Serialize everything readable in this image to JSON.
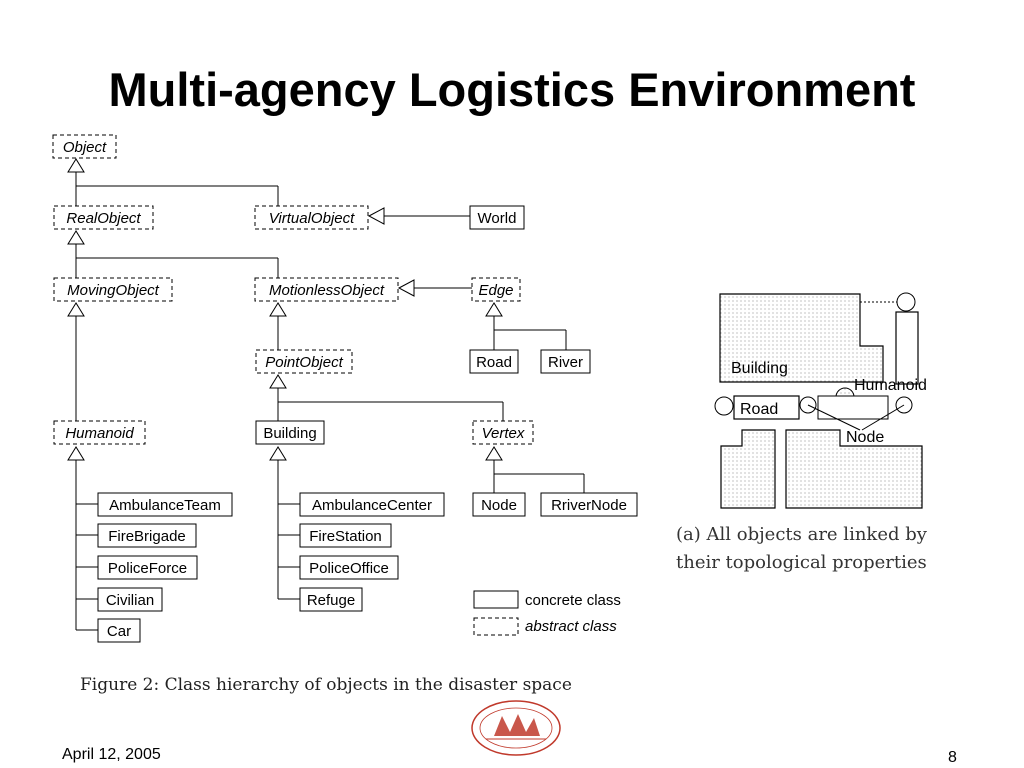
{
  "slide": {
    "title": "Multi-agency Logistics Environment",
    "date": "April 12, 2005",
    "page_number": "8"
  },
  "hierarchy": {
    "nodes": {
      "object": "Object",
      "real_object": "RealObject",
      "virtual_object": "VirtualObject",
      "world": "World",
      "moving_object": "MovingObject",
      "motionless_object": "MotionlessObject",
      "edge": "Edge",
      "point_object": "PointObject",
      "road": "Road",
      "river": "River",
      "humanoid": "Humanoid",
      "building": "Building",
      "vertex": "Vertex",
      "ambulance_team": "AmbulanceTeam",
      "fire_brigade": "FireBrigade",
      "police_force": "PoliceForce",
      "civilian": "Civilian",
      "car": "Car",
      "ambulance_center": "AmbulanceCenter",
      "fire_station": "FireStation",
      "police_office": "PoliceOffice",
      "refuge": "Refuge",
      "node": "Node",
      "river_node": "RriverNode"
    },
    "legend": {
      "concrete": "concrete class",
      "abstract": "abstract class"
    },
    "caption": "Figure 2: Class hierarchy of objects in the disaster space"
  },
  "topology": {
    "labels": {
      "building": "Building",
      "humanoid": "Humanoid",
      "road": "Road",
      "node": "Node"
    },
    "caption_line1": "(a) All objects are linked by",
    "caption_line2": "their topological properties"
  },
  "logo": {
    "name": "university-logo"
  }
}
